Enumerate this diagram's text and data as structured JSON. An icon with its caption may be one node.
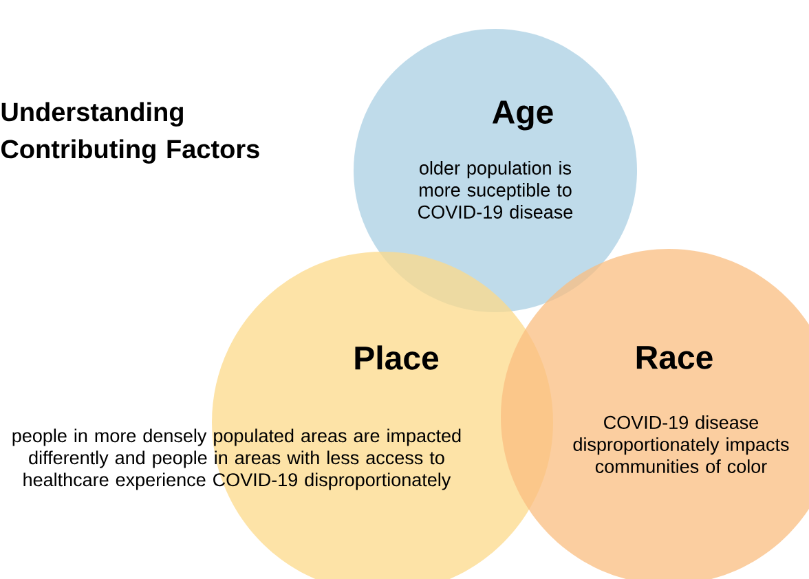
{
  "diagram": {
    "title": "Understanding Contributing Factors",
    "nodes": [
      {
        "text": [
          "Age",
          "older population is more suceptible to COVID-19 disease"
        ]
      },
      {
        "text": [
          "Place",
          "people in more densely populated areas are impacted differently and people in areas with less access to healthcare experience COVID-19 disproportionately"
        ]
      },
      {
        "text": [
          "Race",
          "COVID-19 disease disproportionately impacts communities of color"
        ]
      }
    ]
  }
}
